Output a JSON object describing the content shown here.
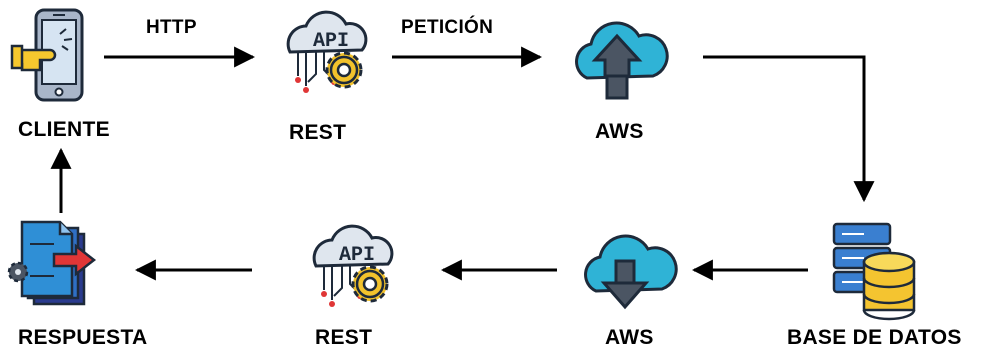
{
  "nodes": {
    "cliente": {
      "label": "CLIENTE",
      "icon": "smartphone-tap-icon"
    },
    "rest_top": {
      "label": "REST",
      "icon": "api-gear-icon",
      "icon_text": "API"
    },
    "aws_top": {
      "label": "AWS",
      "icon": "cloud-upload-icon"
    },
    "base_datos": {
      "label": "BASE DE DATOS",
      "icon": "database-server-icon"
    },
    "aws_bottom": {
      "label": "AWS",
      "icon": "cloud-download-icon"
    },
    "rest_bottom": {
      "label": "REST",
      "icon": "api-gear-icon",
      "icon_text": "API"
    },
    "respuesta": {
      "label": "RESPUESTA",
      "icon": "document-send-icon"
    }
  },
  "edges": {
    "http": "HTTP",
    "peticion": "PETICIÓN"
  },
  "colors": {
    "outline": "#1e2a3a",
    "cloud": "#2fb3d6",
    "gear": "#f2c22c",
    "phone": "#a9b6c9",
    "hand": "#f6c82e",
    "doc_blue": "#2f8fd6",
    "doc_dark": "#2a3b8f",
    "arrow_red": "#e03636",
    "db_gold": "#f4c430",
    "server_blue": "#3a7fd0",
    "connector": "#000000"
  }
}
